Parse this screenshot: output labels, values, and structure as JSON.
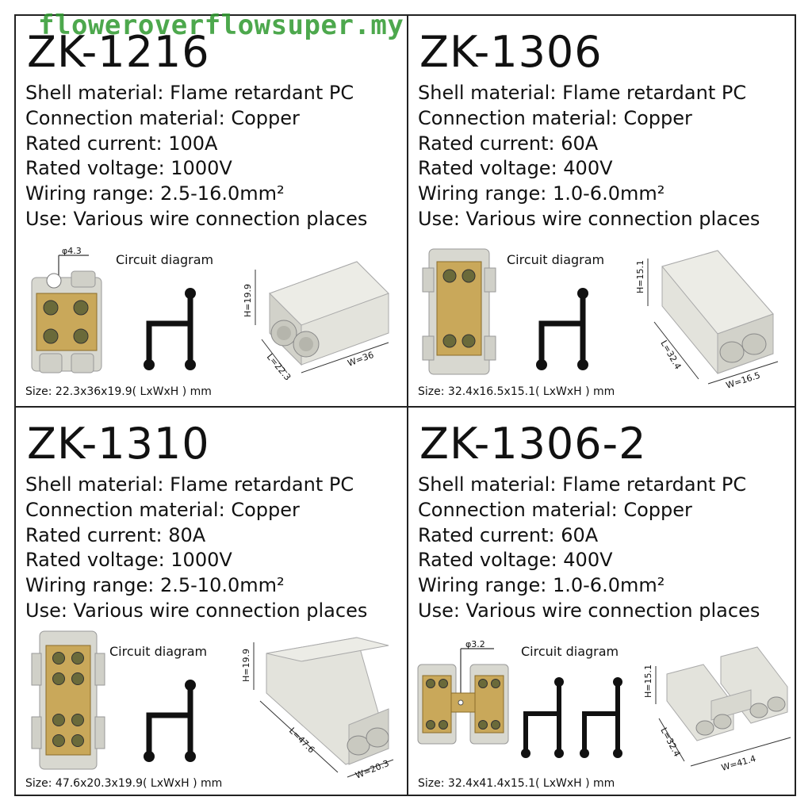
{
  "watermark": "floweroverflowsuper.my",
  "products": [
    {
      "model": "ZK-1216",
      "shell": "Shell material:  Flame retardant PC",
      "connection": "Connection material:  Copper",
      "current": "Rated current:  100A",
      "voltage": "Rated voltage:  1000V",
      "wiring": "Wiring range:  2.5-16.0mm²",
      "use": "Use:  Various wire connection places",
      "circuit_label": "Circuit diagram",
      "size": "Size:  22.3x36x19.9( LxWxH ) mm",
      "hole": "φ4.3",
      "dim_h": "H=19.9",
      "dim_l": "L=22.3",
      "dim_w": "W=36"
    },
    {
      "model": "ZK-1306",
      "shell": "Shell material:  Flame retardant PC",
      "connection": "Connection material:  Copper",
      "current": "Rated current:  60A",
      "voltage": "Rated voltage:  400V",
      "wiring": "Wiring range:  1.0-6.0mm²",
      "use": "Use:  Various wire connection places",
      "circuit_label": "Circuit diagram",
      "size": "Size:  32.4x16.5x15.1( LxWxH ) mm",
      "dim_h": "H=15.1",
      "dim_l": "L=32.4",
      "dim_w": "W=16.5"
    },
    {
      "model": "ZK-1310",
      "shell": "Shell material:  Flame retardant PC",
      "connection": "Connection material:  Copper",
      "current": "Rated current:  80A",
      "voltage": "Rated voltage:  1000V",
      "wiring": "Wiring range:  2.5-10.0mm²",
      "use": "Use:  Various wire connection places",
      "circuit_label": "Circuit diagram",
      "size": "Size:  47.6x20.3x19.9( LxWxH ) mm",
      "dim_h": "H=19.9",
      "dim_l": "L=47.6",
      "dim_w": "W=20.3"
    },
    {
      "model": "ZK-1306-2",
      "shell": "Shell material:  Flame retardant PC",
      "connection": "Connection material:  Copper",
      "current": "Rated current:  60A",
      "voltage": "Rated voltage:  400V",
      "wiring": "Wiring range:  1.0-6.0mm²",
      "use": "Use:  Various wire connection places",
      "circuit_label": "Circuit diagram",
      "size": "Size:  32.4x41.4x15.1( LxWxH ) mm",
      "hole": "φ3.2",
      "dim_h": "H=15.1",
      "dim_l": "L=32.4",
      "dim_w": "W=41.4"
    }
  ]
}
